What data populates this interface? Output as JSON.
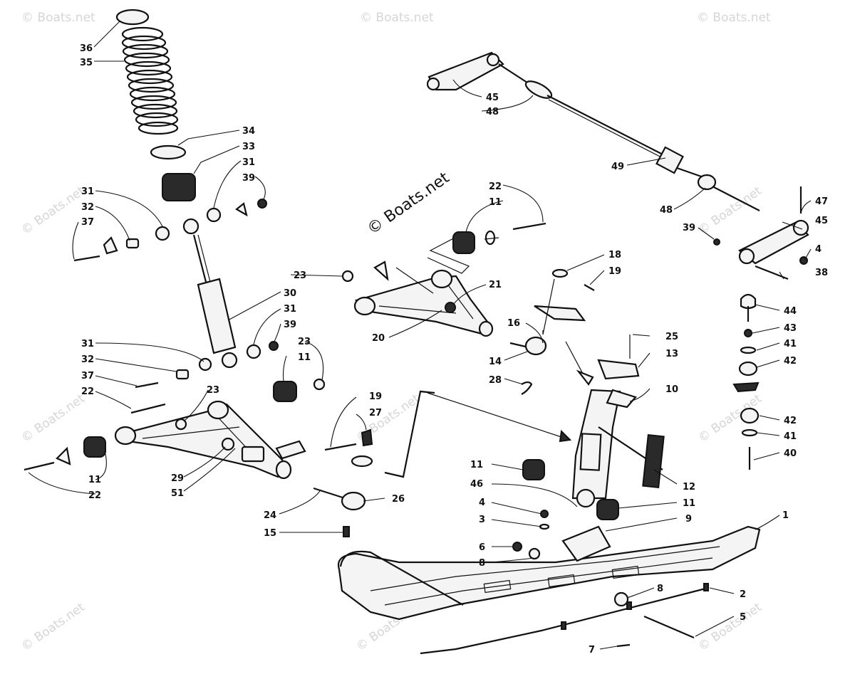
{
  "watermark": {
    "text": "© Boats.net",
    "color_light": "#d6d6d6",
    "color_dark": "#111111"
  },
  "callouts": {
    "n1": "1",
    "n2": "2",
    "n3": "3",
    "n4a": "4",
    "n4b": "4",
    "n5": "5",
    "n6": "6",
    "n7": "7",
    "n8a": "8",
    "n8b": "8",
    "n9": "9",
    "n10": "10",
    "n11a": "11",
    "n11b": "11",
    "n11c": "11",
    "n11d": "11",
    "n11e": "11",
    "n12": "12",
    "n13": "13",
    "n14": "14",
    "n15": "15",
    "n16": "16",
    "n18": "18",
    "n19a": "19",
    "n19b": "19",
    "n20": "20",
    "n21": "21",
    "n22a": "22",
    "n22b": "22",
    "n22c": "22",
    "n23a": "23",
    "n23b": "23",
    "n23c": "23",
    "n24": "24",
    "n25": "25",
    "n26": "26",
    "n27": "27",
    "n28": "28",
    "n29": "29",
    "n30": "30",
    "n31a": "31",
    "n31b": "31",
    "n31c": "31",
    "n31d": "31",
    "n32a": "32",
    "n32b": "32",
    "n33": "33",
    "n34": "34",
    "n35": "35",
    "n36": "36",
    "n37a": "37",
    "n37b": "37",
    "n38": "38",
    "n39a": "39",
    "n39b": "39",
    "n39c": "39",
    "n40": "40",
    "n41a": "41",
    "n41b": "41",
    "n42a": "42",
    "n42b": "42",
    "n43": "43",
    "n44": "44",
    "n45a": "45",
    "n45b": "45",
    "n46": "46",
    "n47": "47",
    "n48a": "48",
    "n48b": "48",
    "n49": "49",
    "n51": "51"
  }
}
